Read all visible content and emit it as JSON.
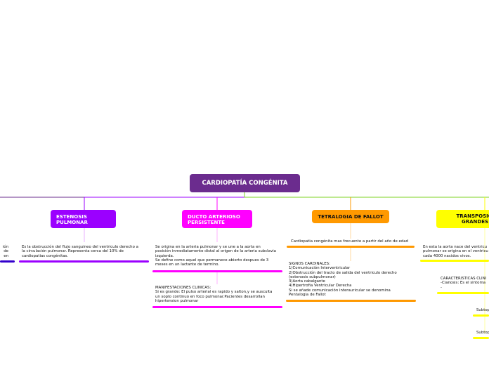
{
  "root": {
    "label": "CARDIOPATÍA CONGÉNITA"
  },
  "branches": [
    {
      "label": "ESTENOSIS\nPULMONAR",
      "color": "#9b00ff",
      "notes": [
        "Es la obstrucción del flujo sanguineo del ventriculo derecho a\nla circulación pulmonar. Representa cerca del 10% de\ncardiopatias congénitas."
      ]
    },
    {
      "label": "DUCTO ARTERIOSO\nPERSISTENTE",
      "color": "#ff00ff",
      "notes": [
        "Se origina en la arteria pulmonar y se une a la aorta en\nposición inmediatamente distal al origen de la arteria subclavia\nizquierda.\nSe define como aquel que permanece abierto despues de 3\nmeses en un lactante de termino.",
        "MANIFESTACIONES CLINICAS:\nSi es grande: El pulso arterial es rapido y salton,y se ausculta\nun soplo continuo en foco pulmonar.Pacientes desarrollan\nhipertension pulmonar"
      ]
    },
    {
      "label": "TETRALOGIA DE FALLOT",
      "color": "#ff9900",
      "notes": [
        "Cardiopatia congénita mas frecuente a partir del año de edad",
        "SIGNOS CARDINALES:\n1)Comunicación Interventricular\n2)Obstrucción del tracto de salida del ventriculo derecho\n(estenosis subpulmonar)\n3)Aorta cabalgante\n4)Hipertrofia Ventricular Derecha\nSi se añade comunicación interauricular se denomina\nPentalogia de Fallot"
      ]
    },
    {
      "label": "TRANSPOSICI\nGRANDES",
      "color": "#ffff00",
      "notes": [
        "En esta la aorta nace del ventricu\npulmonar se origina en el ventricu\ncada 4000 nacidos vivos.",
        "CARACTERISTICAS CLINI\n-Cianosis: Es el sintoma\n-",
        "Subtop",
        "Subtop"
      ]
    }
  ],
  "left_fragment": {
    "text": "ión de\nen",
    "color": "#3300cc"
  },
  "colors": {
    "root": "#6b2c8e",
    "connector_left": "#6b2c8e",
    "connector_right": "#7ed321"
  }
}
